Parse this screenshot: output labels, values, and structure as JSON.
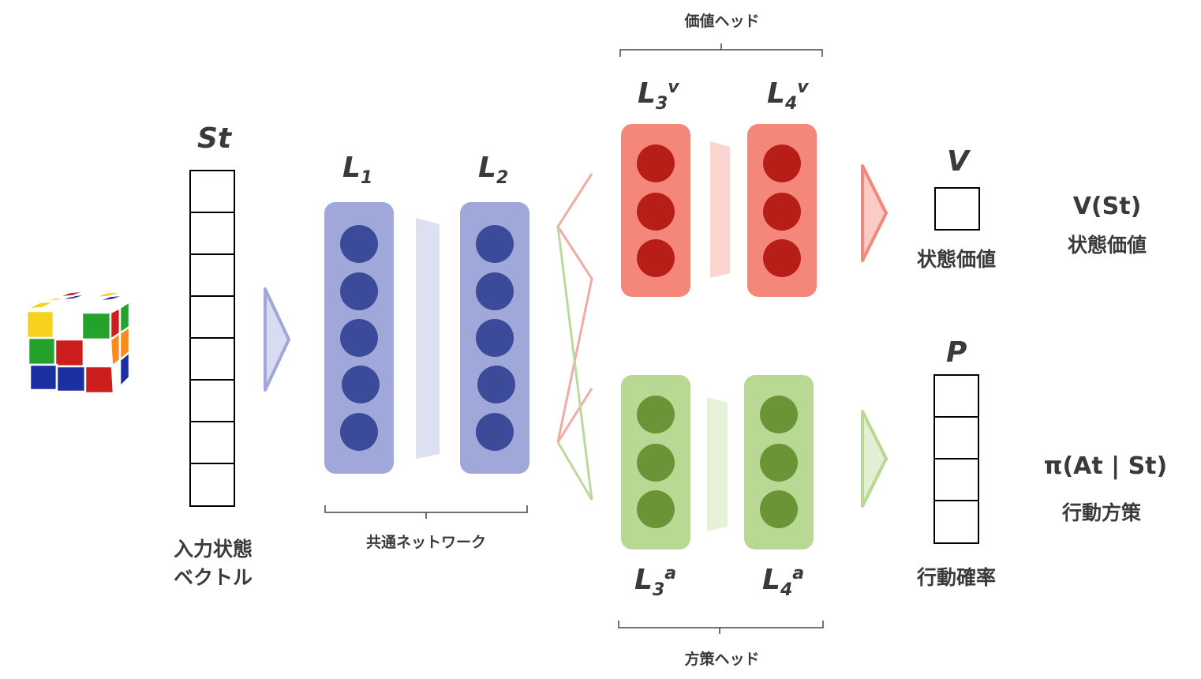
{
  "labels": {
    "state_symbol": "St",
    "input_line1": "入力状態",
    "input_line2": "ベクトル",
    "l1_base": "L",
    "l1_sub": "1",
    "l2_base": "L",
    "l2_sub": "2",
    "shared_network": "共通ネットワーク",
    "value_head": "価値ヘッド",
    "policy_head": "方策ヘッド",
    "l3v_base": "L",
    "l3v_sub": "3",
    "l3v_sup": "v",
    "l4v_base": "L",
    "l4v_sub": "4",
    "l4v_sup": "v",
    "l3a_base": "L",
    "l3a_sub": "3",
    "l3a_sup": "a",
    "l4a_base": "L",
    "l4a_sub": "4",
    "l4a_sup": "a",
    "v_symbol": "V",
    "v_caption": "状態価値",
    "p_symbol": "P",
    "p_caption": "行動確率",
    "v_formula": "V(St)",
    "v_formula_caption": "状態価値",
    "pi_formula": "π(At | St)",
    "pi_formula_caption": "行動方策"
  },
  "colors": {
    "shared_layer": "#9fa8d8",
    "shared_node": "#3b4a99",
    "value_layer": "#f5877a",
    "value_node": "#b81e18",
    "policy_layer": "#b8d893",
    "policy_node": "#6a9436",
    "text": "#3a3a3a"
  },
  "network": {
    "input_vector_cells": 8,
    "shared_nodes_per_layer": 5,
    "value_nodes_per_layer": 3,
    "policy_nodes_per_layer": 3,
    "value_output_cells": 1,
    "policy_output_cells": 4
  }
}
